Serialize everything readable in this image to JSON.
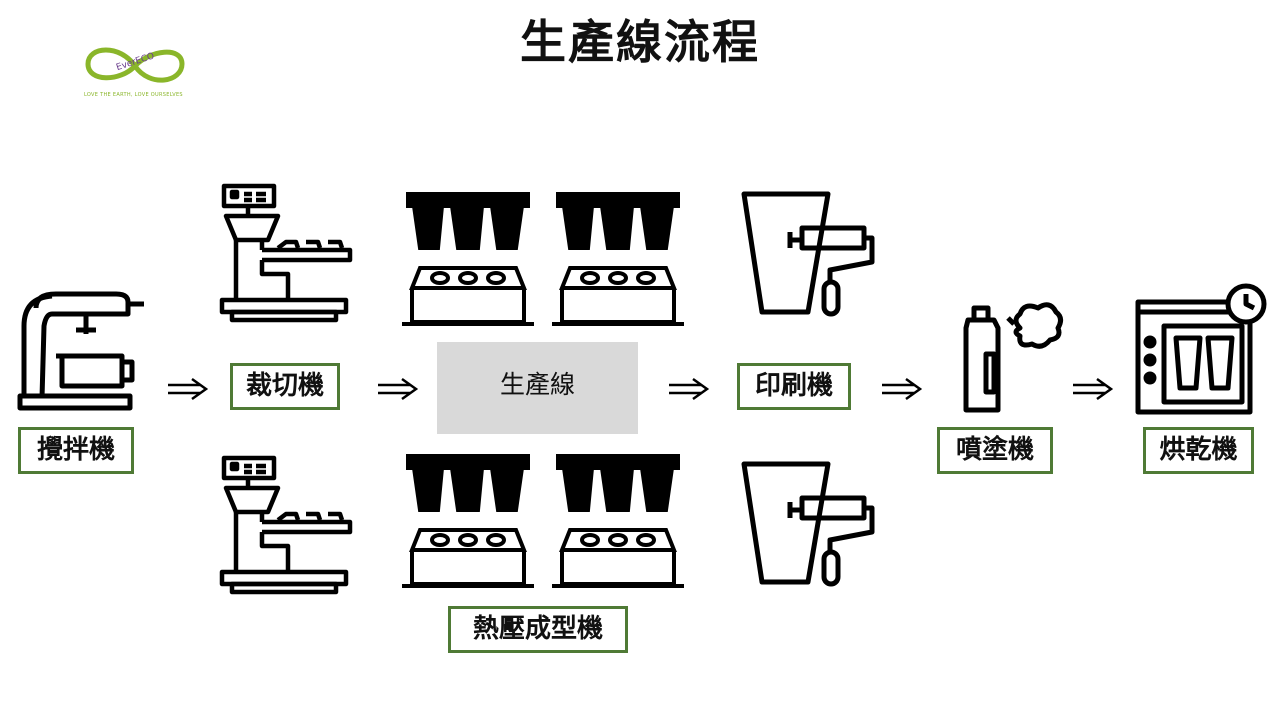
{
  "title": "生產線流程",
  "logo": {
    "brand": "EverECO",
    "tagline": "LOVE THE EARTH, LOVE OURSELVES",
    "color": "#8ab62a"
  },
  "center_box": "生產線",
  "labels": {
    "mixer": "攪拌機",
    "cutter": "裁切機",
    "thermoform": "熱壓成型機",
    "printer": "印刷機",
    "sprayer": "噴塗機",
    "dryer": "烘乾機"
  },
  "colors": {
    "label_border": "#4f7a35",
    "center_box": "#d9d9d9",
    "icon": "#000000"
  }
}
